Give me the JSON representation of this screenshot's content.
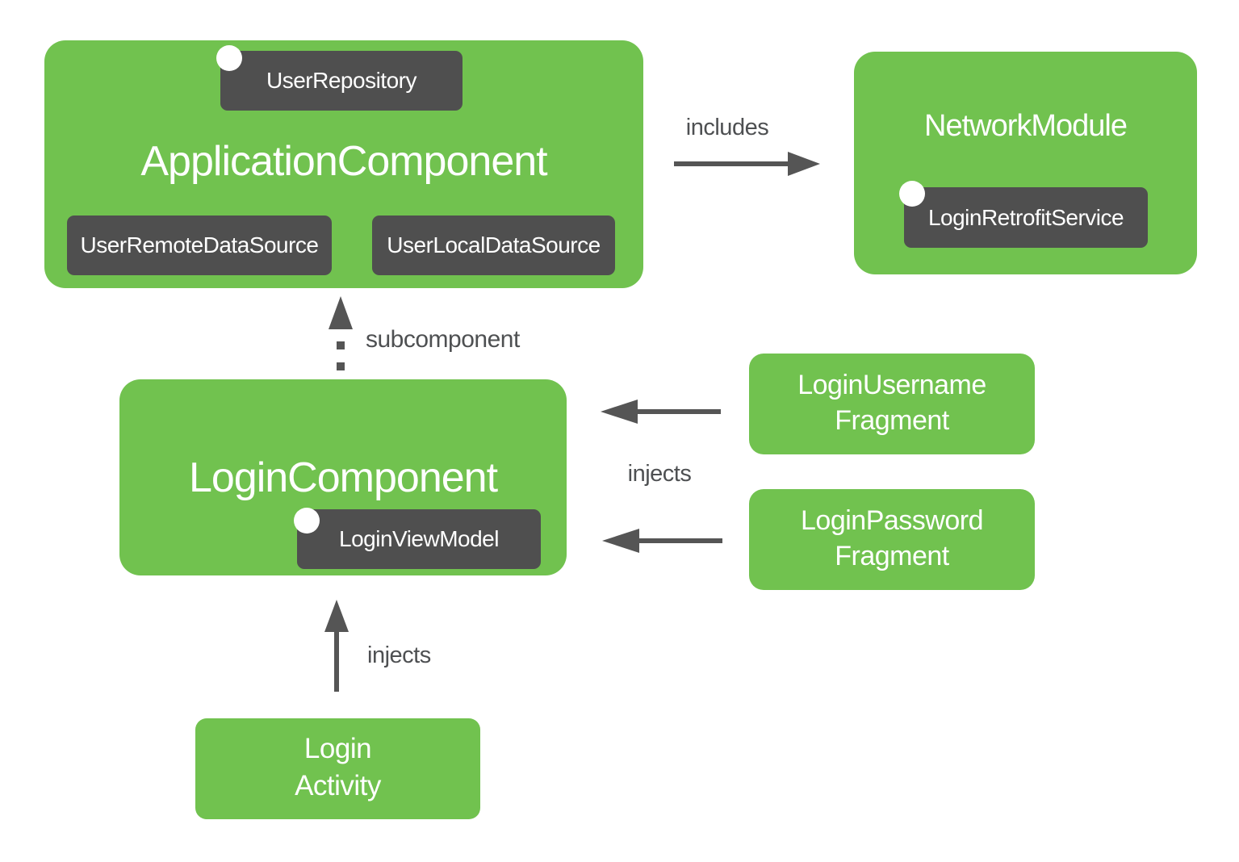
{
  "diagram": {
    "application_component": {
      "title": "ApplicationComponent",
      "repository_badge": "UserRepository",
      "remote_badge": "UserRemoteDataSource",
      "local_badge": "UserLocalDataSource"
    },
    "network_module": {
      "title": "NetworkModule",
      "service_badge": "LoginRetrofitService"
    },
    "login_component": {
      "title": "LoginComponent",
      "viewmodel_badge": "LoginViewModel"
    },
    "username_fragment": {
      "line1": "LoginUsername",
      "line2": "Fragment"
    },
    "password_fragment": {
      "line1": "LoginPassword",
      "line2": "Fragment"
    },
    "login_activity": {
      "line1": "Login",
      "line2": "Activity"
    },
    "labels": {
      "includes": "includes",
      "subcomponent": "subcomponent",
      "injects_fragments": "injects",
      "injects_activity": "injects"
    },
    "colors": {
      "box_green": "#71C24F",
      "badge_dark": "#4F4F4F",
      "arrow_gray": "#555555",
      "label_gray": "#4E5052",
      "text_white": "#FFFFFF"
    }
  }
}
